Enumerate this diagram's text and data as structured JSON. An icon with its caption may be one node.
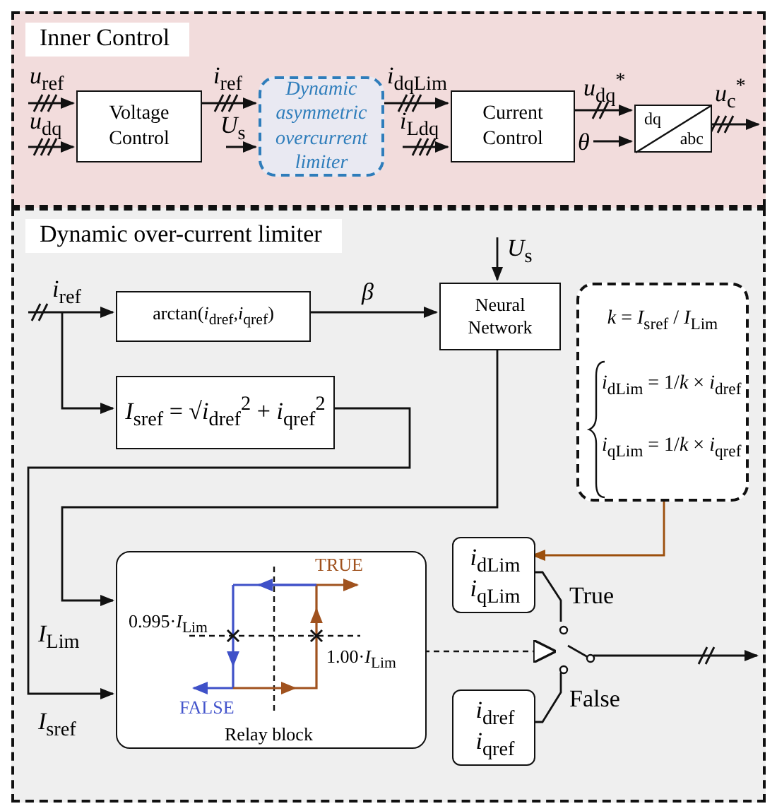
{
  "diagram": {
    "nodes": [
      {
        "text": [
          "Inner Control"
        ]
      },
      {
        "text": [
          "Voltage Control"
        ],
        "in": 0
      },
      {
        "text": [
          "Dynamic asymmetric overcurrent limiter"
        ],
        "in": 0
      },
      {
        "text": [
          "Current Control"
        ],
        "in": 0
      },
      {
        "text": [
          "dq",
          "abc"
        ],
        "in": 0
      },
      {
        "text": [
          "Dynamic over-current limiter"
        ]
      },
      {
        "text": [
          "arctan(*i*$_{dref}$,*i*$_{qref}$)"
        ],
        "in": 5
      },
      {
        "text": [
          "*I*$_{sref}$ = √*i*$_{dref}$$^{2}$ + *i*$_{qref}$$^{2}$"
        ],
        "in": 5
      },
      {
        "text": [
          "Neural Network"
        ],
        "in": 5
      },
      {
        "text": [
          "*k* = *I*$_{sref}$ / *I*$_{Lim}$",
          "*i*$_{dLim}$ = 1/*k* × *i*$_{dref}$",
          "*i*$_{qLim}$ = 1/*k* × *i*$_{qref}$"
        ],
        "in": 5
      },
      {
        "text": [
          "TRUE",
          "0.995·*I*$_{Lim}$",
          "1.00·*I*$_{Lim}$",
          "FALSE",
          "Relay block"
        ],
        "in": 5
      },
      {
        "text": [
          "*i*$_{dLim}$",
          "*i*$_{qLim}$"
        ],
        "in": 5
      },
      {
        "text": [
          "*i*$_{dref}$",
          "*i*$_{qref}$"
        ],
        "in": 5
      },
      {
        "text": [],
        "shape": "switch",
        "in": 5
      }
    ],
    "edges": [
      {
        "from": null,
        "to": 1,
        "arrow": "to",
        "label": "*u*$_{ref}$"
      },
      {
        "from": null,
        "to": 1,
        "arrow": "to",
        "label": "*u*$_{dq}$"
      },
      {
        "from": 1,
        "to": 2,
        "arrow": "to",
        "label": "*i*$_{ref}$"
      },
      {
        "from": null,
        "to": 2,
        "arrow": "to",
        "label": "*U*$_{s}$"
      },
      {
        "from": 2,
        "to": 3,
        "arrow": "to",
        "label": "*i*$_{dqLim}$"
      },
      {
        "from": null,
        "to": 3,
        "arrow": "to",
        "label": "*i*$_{Ldq}$"
      },
      {
        "from": 3,
        "to": 4,
        "arrow": "to",
        "label": "*u*$_{dq}$$^{*}$"
      },
      {
        "from": null,
        "to": 4,
        "arrow": "to",
        "label": "*θ*"
      },
      {
        "from": 4,
        "to": null,
        "arrow": "to",
        "label": "*u*$_{c}$$^{*}$"
      },
      {
        "from": null,
        "to": 6,
        "arrow": "to",
        "label": "*i*$_{ref}$"
      },
      {
        "from": null,
        "to": 7,
        "arrow": "to"
      },
      {
        "from": 6,
        "to": 8,
        "arrow": "to",
        "label": "*β*"
      },
      {
        "from": null,
        "to": 8,
        "arrow": "to",
        "label": "*U*$_{s}$"
      },
      {
        "from": 8,
        "to": 10,
        "arrow": "to",
        "label": "*I*$_{Lim}$"
      },
      {
        "from": 7,
        "to": 10,
        "arrow": "to",
        "label": "*I*$_{sref}$"
      },
      {
        "from": 9,
        "to": 11,
        "arrow": "to",
        "color": "#9c4f0c"
      },
      {
        "from": 11,
        "to": 13,
        "arrow": "none",
        "label": "True"
      },
      {
        "from": 12,
        "to": 13,
        "arrow": "none",
        "label": "False"
      },
      {
        "from": 10,
        "to": 13,
        "arrow": "to",
        "style": "dashed"
      },
      {
        "from": 13,
        "to": null,
        "arrow": "to"
      }
    ]
  }
}
